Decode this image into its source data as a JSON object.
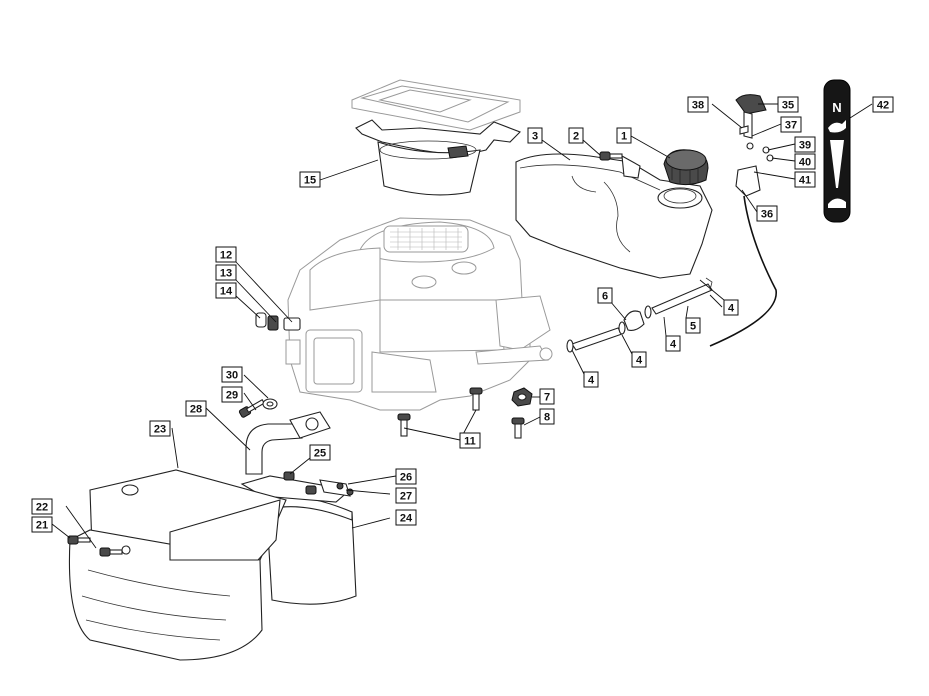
{
  "callouts": [
    {
      "id": "1",
      "text": "1"
    },
    {
      "id": "2",
      "text": "2"
    },
    {
      "id": "3",
      "text": "3"
    },
    {
      "id": "4a",
      "text": "4"
    },
    {
      "id": "4b",
      "text": "4"
    },
    {
      "id": "4c",
      "text": "4"
    },
    {
      "id": "4d",
      "text": "4"
    },
    {
      "id": "5",
      "text": "5"
    },
    {
      "id": "6",
      "text": "6"
    },
    {
      "id": "7",
      "text": "7"
    },
    {
      "id": "8",
      "text": "8"
    },
    {
      "id": "11",
      "text": "11"
    },
    {
      "id": "12",
      "text": "12"
    },
    {
      "id": "13",
      "text": "13"
    },
    {
      "id": "14",
      "text": "14"
    },
    {
      "id": "15",
      "text": "15"
    },
    {
      "id": "21",
      "text": "21"
    },
    {
      "id": "22",
      "text": "22"
    },
    {
      "id": "23",
      "text": "23"
    },
    {
      "id": "24",
      "text": "24"
    },
    {
      "id": "25",
      "text": "25"
    },
    {
      "id": "26",
      "text": "26"
    },
    {
      "id": "27",
      "text": "27"
    },
    {
      "id": "28",
      "text": "28"
    },
    {
      "id": "29",
      "text": "29"
    },
    {
      "id": "30",
      "text": "30"
    },
    {
      "id": "35",
      "text": "35"
    },
    {
      "id": "36",
      "text": "36"
    },
    {
      "id": "37",
      "text": "37"
    },
    {
      "id": "38",
      "text": "38"
    },
    {
      "id": "39",
      "text": "39"
    },
    {
      "id": "40",
      "text": "40"
    },
    {
      "id": "41",
      "text": "41"
    },
    {
      "id": "42",
      "text": "42"
    }
  ],
  "throttle_decal": {
    "choke_letter": "N",
    "icons": [
      "choke-icon",
      "hare-icon",
      "throttle-wedge-icon",
      "tortoise-icon"
    ]
  }
}
